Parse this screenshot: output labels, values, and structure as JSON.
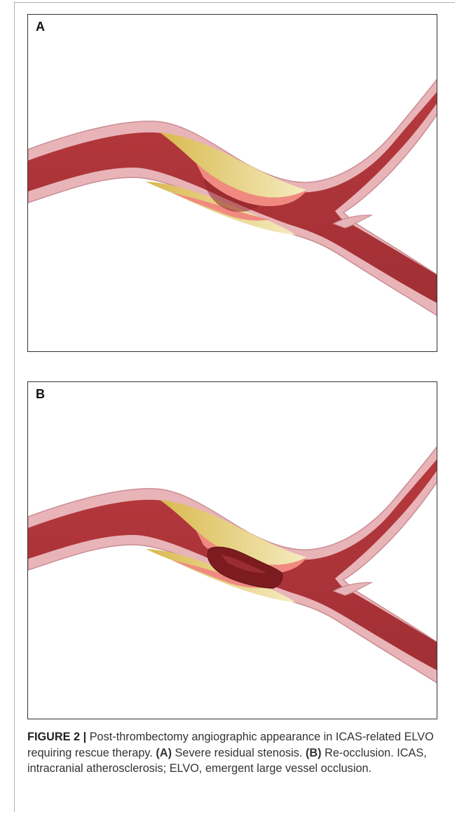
{
  "panels": [
    {
      "label": "A"
    },
    {
      "label": "B"
    }
  ],
  "caption": {
    "figure_label": "FIGURE 2 |",
    "line1_text": " Post-thrombectomy angiographic appearance in ICAS-related ELVO requiring rescue therapy. ",
    "ref_a": "(A)",
    "text_a": " Severe residual stenosis. ",
    "ref_b": "(B)",
    "text_b": " Re-occlusion. ICAS, intracranial atherosclerosis; ELVO, emergent large vessel occlusion."
  },
  "colors": {
    "vessel_wall": "#e8b4b8",
    "vessel_wall_edge": "#c98c93",
    "lumen": "#b33a3f",
    "lumen_dark": "#8e2428",
    "plaque": "#e7cf7a",
    "plaque_light": "#f3e7b2",
    "fibrous_cap": "#f08a80",
    "thrombus": "#7d1c20"
  }
}
